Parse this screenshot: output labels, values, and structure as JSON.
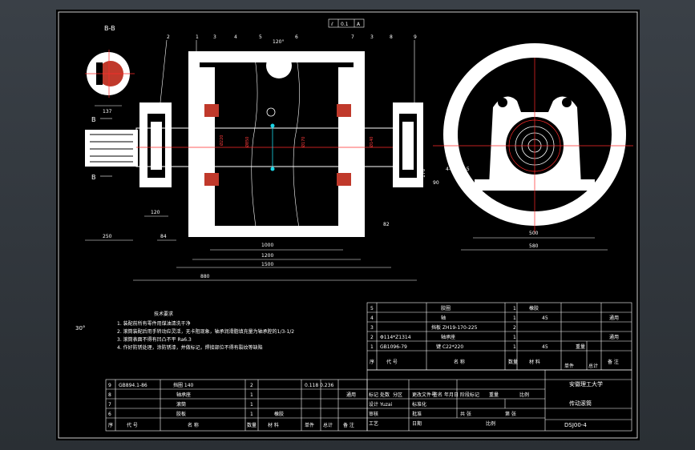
{
  "section_label": "B-B",
  "section_mark": "B",
  "tolerance": {
    "symbol": "⫽",
    "value": "0.1",
    "datum": "A"
  },
  "angle_note": "120°",
  "part_callouts": [
    "2",
    "1",
    "3",
    "4",
    "5",
    "6",
    "7",
    "3",
    "8",
    "9"
  ],
  "dimensions": {
    "d1000": "1000",
    "d1200": "1200",
    "d1500": "1500",
    "d880": "880",
    "d250": "250",
    "d84": "84",
    "d120": "120",
    "d82": "82",
    "d137": "137",
    "d500": "500",
    "d580": "580",
    "d170": "170",
    "d90": "90",
    "hole_note": "4-Ø27-?-5",
    "left_angle": "30°"
  },
  "tech_requirements": {
    "title": "技术要求",
    "items": [
      "1. 装配前所有零件用煤油清洗干净",
      "2. 滚筒装配后用手转动应灵活，无卡阻现象，轴承润滑脂填充量为轴承腔的1/3-1/2",
      "3. 滚筒表面不得有凹凸不平 Ra6.3",
      "4. 作好防锈处理，涂防锈漆，并做标记，焊接部位不得有裂纹等缺陷"
    ]
  },
  "bom_upper": [
    {
      "no": "5",
      "code": "",
      "name": "胶圈",
      "qty": "1",
      "material": "橡胶",
      "note": ""
    },
    {
      "no": "4",
      "code": "",
      "name": "轴",
      "qty": "1",
      "material": "45",
      "note": "通用"
    },
    {
      "no": "3",
      "code": "",
      "name": "挡板 ZH19-170-225",
      "qty": "2",
      "material": "",
      "note": ""
    },
    {
      "no": "2",
      "code": "Φ114*Z1314",
      "name": "轴承座",
      "qty": "1",
      "material": "",
      "note": "通用"
    },
    {
      "no": "1",
      "code": "GB1096-79",
      "name": "键 C22*220",
      "qty": "1",
      "material": "45",
      "note": ""
    }
  ],
  "bom_upper_header": [
    "序",
    "代    号",
    "名    称",
    "数量",
    "材    料",
    "单件",
    "总计",
    "备    注"
  ],
  "bom_upper_weight": "重量",
  "bom_lower": [
    {
      "no": "9",
      "code": "GB894.1-86",
      "name": "挡圈 140",
      "qty": "2",
      "material": "",
      "extra": "0.118  0.236"
    },
    {
      "no": "8",
      "code": "",
      "name": "轴承座",
      "qty": "1",
      "material": "",
      "extra": "通用"
    },
    {
      "no": "7",
      "code": "",
      "name": "滚筒",
      "qty": "1",
      "material": "",
      "extra": ""
    },
    {
      "no": "6",
      "code": "",
      "name": "胶板",
      "qty": "1",
      "material": "橡胶",
      "extra": ""
    }
  ],
  "bom_lower_header": [
    "序",
    "代    号",
    "名    称",
    "数量",
    "材    料",
    "单件",
    "总计",
    "备    注"
  ],
  "title_block": {
    "school": "安徽理工大学",
    "drawing_name": "传动滚筒",
    "drawing_no": "DSJ00-4",
    "labels": {
      "mark": "标记",
      "count": "处数",
      "zone": "分区",
      "change_no": "更改文件号",
      "sign": "签名",
      "date": "年月日",
      "design": "设计",
      "standardize": "标准化",
      "review": "审核",
      "process": "工艺",
      "approve": "批准",
      "stage_mark": "阶段标记",
      "weight": "重量",
      "scale": "比例",
      "sheets": "共    张",
      "sheet": "第    张",
      "designer_name": "Yuzai",
      "date_label": "日期",
      "scale_label": "比例"
    }
  }
}
